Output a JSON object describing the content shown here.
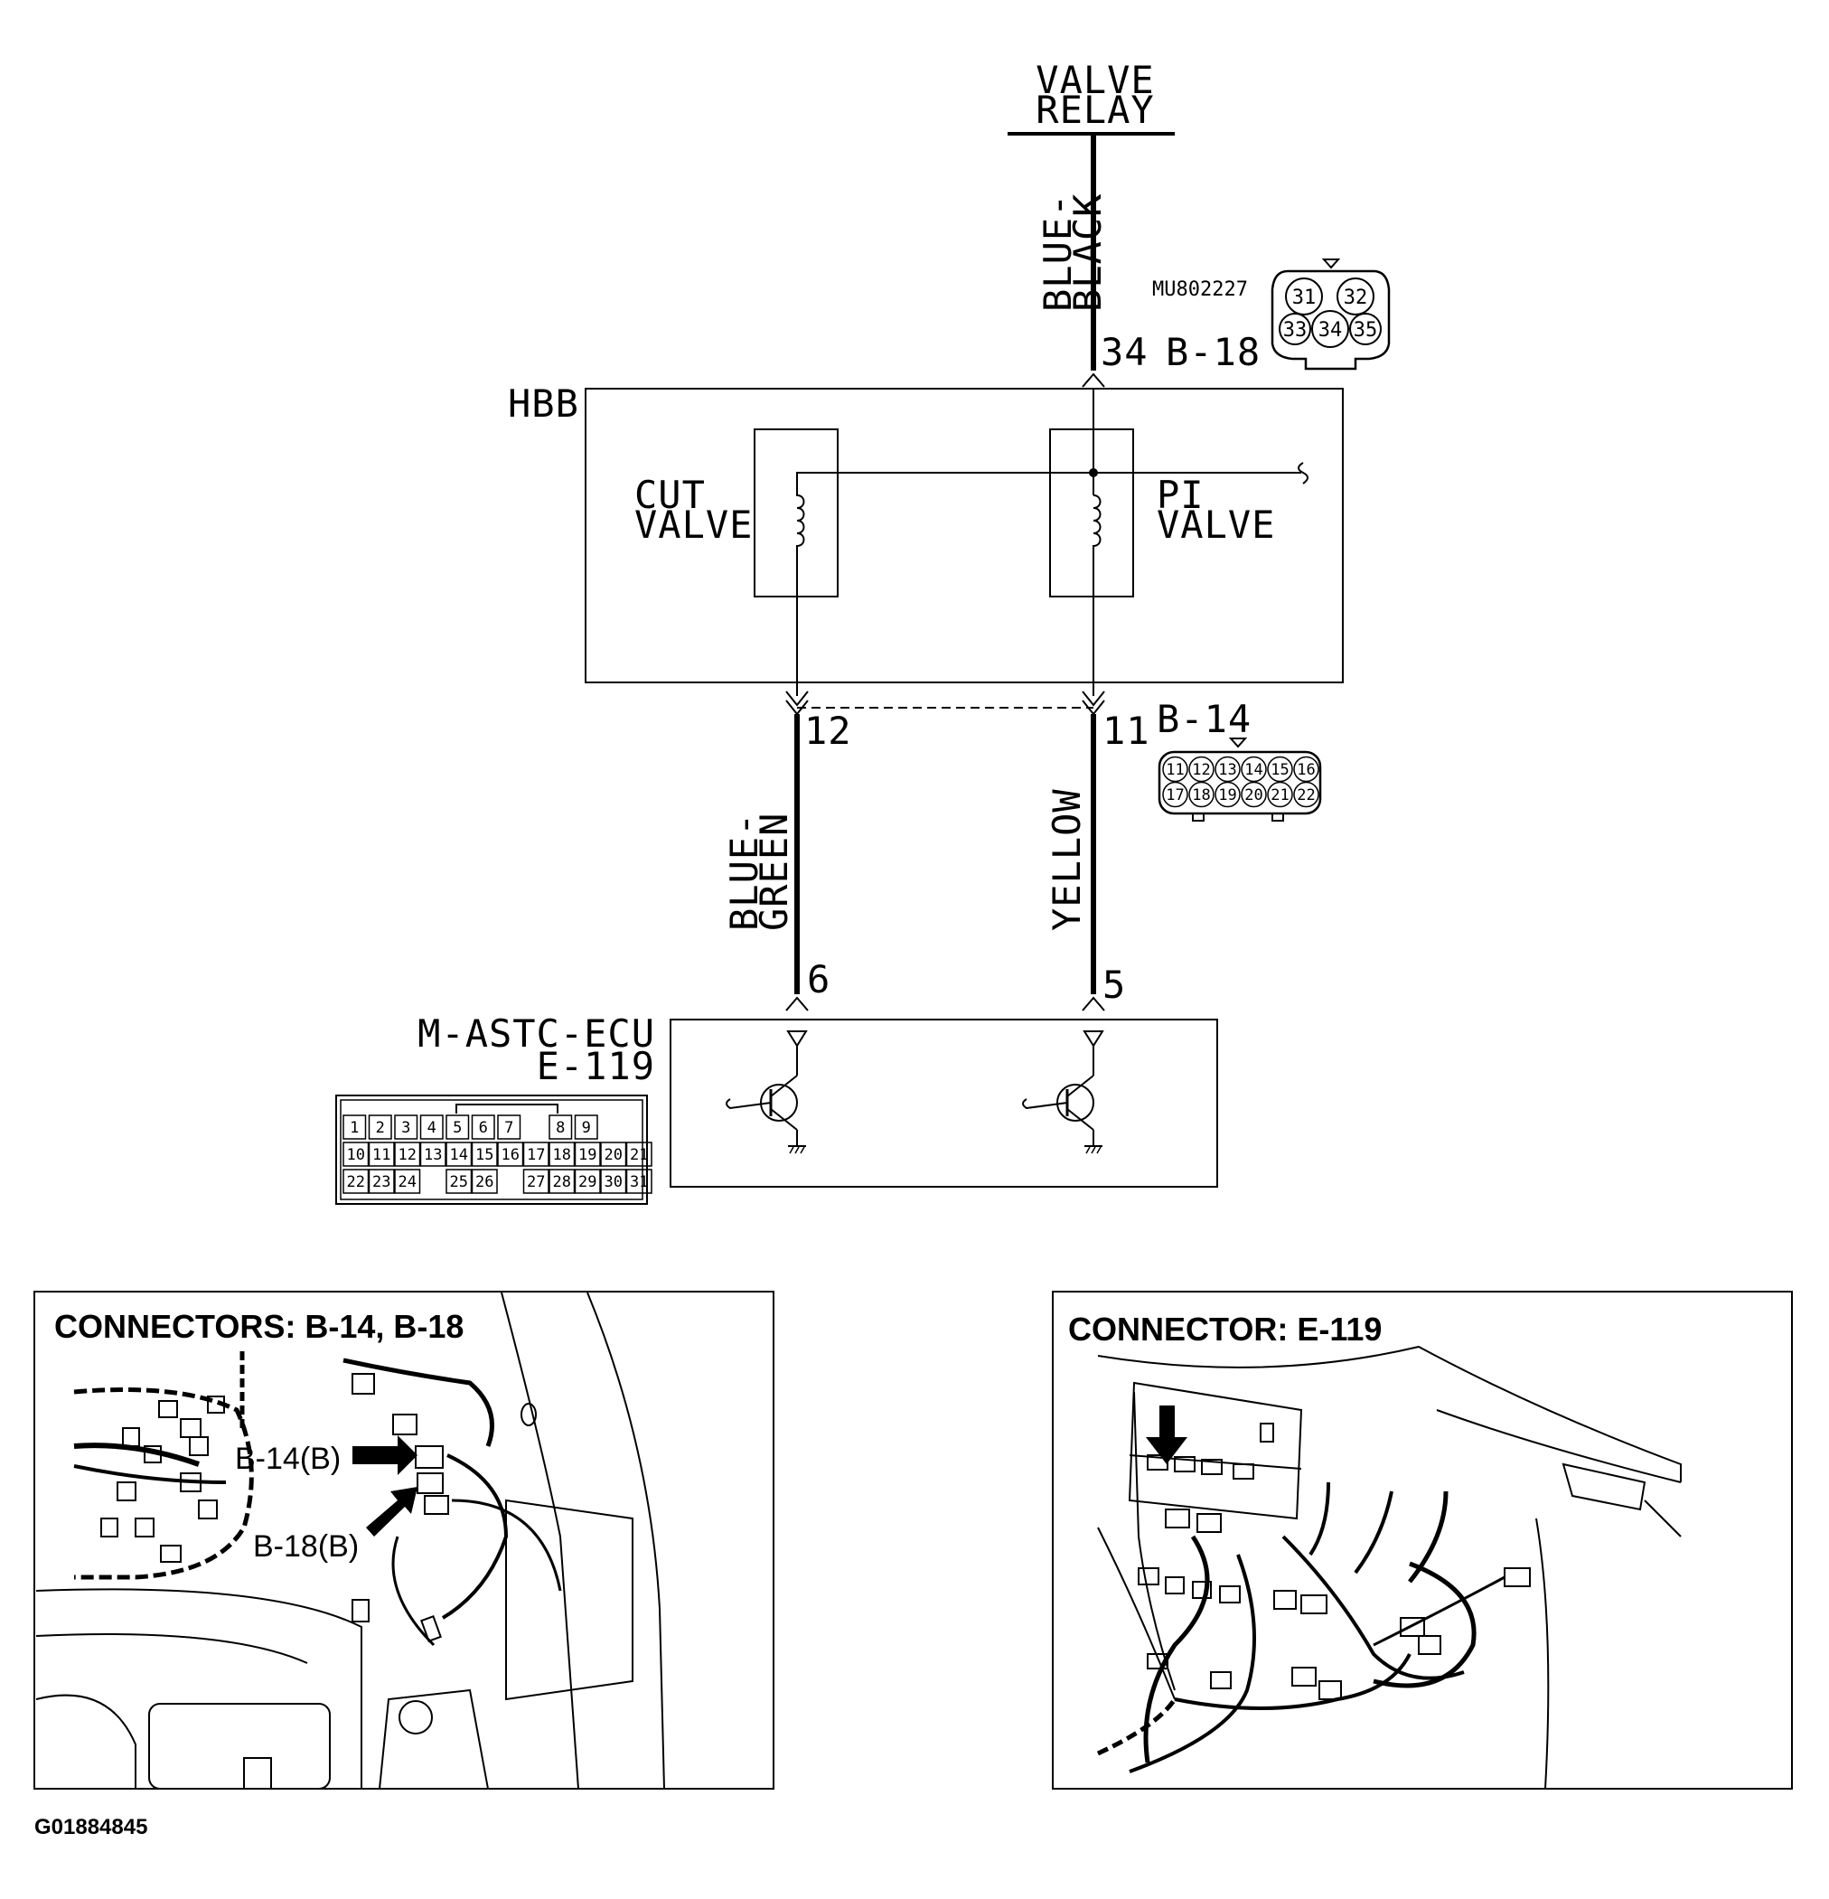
{
  "relay": {
    "line1": "VALVE",
    "line2": "RELAY"
  },
  "wires": {
    "top": {
      "line1": "BLUE-",
      "line2": "BLACK"
    },
    "left": {
      "line1": "BLUE-",
      "line2": "GREEN"
    },
    "right": {
      "line1": "YELLOW"
    }
  },
  "pins": {
    "p34": "34",
    "p12": "12",
    "p11": "11",
    "p6": "6",
    "p5": "5"
  },
  "connectors": {
    "b18": {
      "id": "B-18",
      "part_no": "MU802227",
      "cavities": [
        "31",
        "32",
        "33",
        "34",
        "35"
      ]
    },
    "b14": {
      "id": "B-14",
      "row1": [
        "11",
        "12",
        "13",
        "14",
        "15",
        "16"
      ],
      "row2": [
        "17",
        "18",
        "19",
        "20",
        "21",
        "22"
      ]
    },
    "e119": {
      "id": "E-119",
      "row1": [
        "1",
        "2",
        "3",
        "4",
        "5",
        "6",
        "7",
        "8",
        "9"
      ],
      "row2": [
        "10",
        "11",
        "12",
        "13",
        "14",
        "15",
        "16",
        "17",
        "18",
        "19",
        "20",
        "21"
      ],
      "row3": [
        "22",
        "23",
        "24",
        "25",
        "26",
        "27",
        "28",
        "29",
        "30",
        "31"
      ]
    }
  },
  "hbb": {
    "label": "HBB",
    "cut_valve": {
      "line1": "CUT",
      "line2": "VALVE"
    },
    "pi_valve": {
      "line1": "PI",
      "line2": "VALVE"
    }
  },
  "ecu": {
    "name": "M-ASTC-ECU",
    "connector": "E-119"
  },
  "panels": {
    "left": {
      "title": "CONNECTORS: B-14, B-18",
      "callout1": "B-14(B)",
      "callout2": "B-18(B)"
    },
    "right": {
      "title": "CONNECTOR: E-119"
    }
  },
  "figure_id": "G01884845"
}
